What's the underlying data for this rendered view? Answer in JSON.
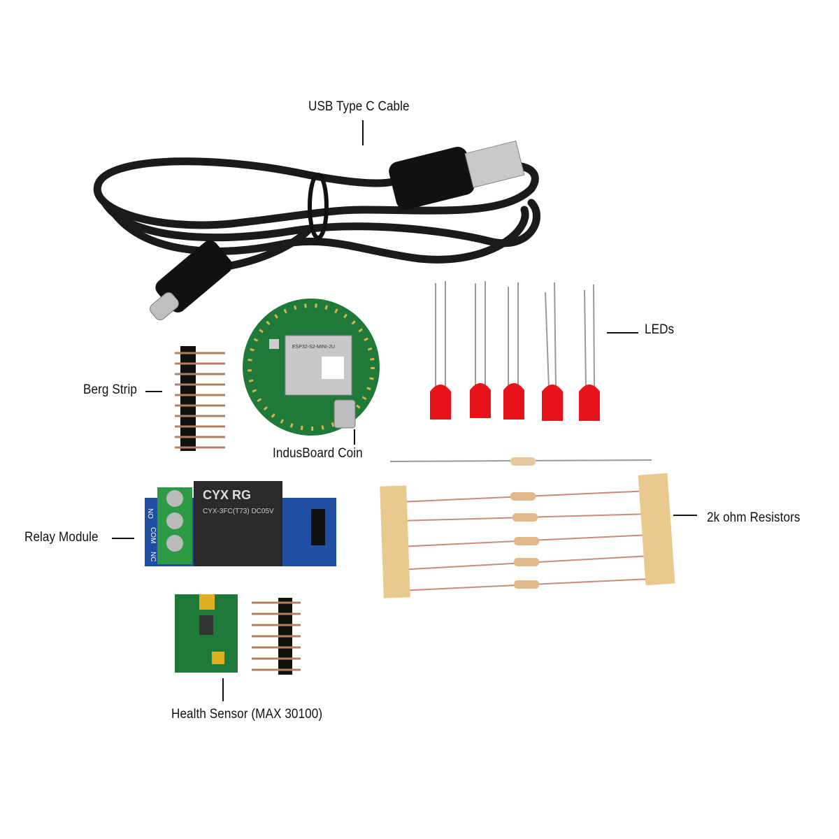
{
  "labels": {
    "cable": "USB Type C Cable",
    "leds": "LEDs",
    "berg": "Berg Strip",
    "coin": "IndusBoard Coin",
    "relay": "Relay Module",
    "resistors": "2k ohm Resistors",
    "sensor": "Health Sensor (MAX 30100)"
  },
  "printed": {
    "relay_brand": "CYX  RG",
    "relay_model": "CYX-3FC(T73) DC05V",
    "relay_no": "NO",
    "relay_com": "COM",
    "relay_nc": "NC",
    "coin_module": "ESP32-S2-MINI-2U"
  },
  "colors": {
    "cable": "#1a1a1a",
    "pcb_green": "#1f7a3a",
    "relay_blue": "#1f4fa3",
    "led_red": "#e8141c",
    "tape": "#e9c98e"
  }
}
